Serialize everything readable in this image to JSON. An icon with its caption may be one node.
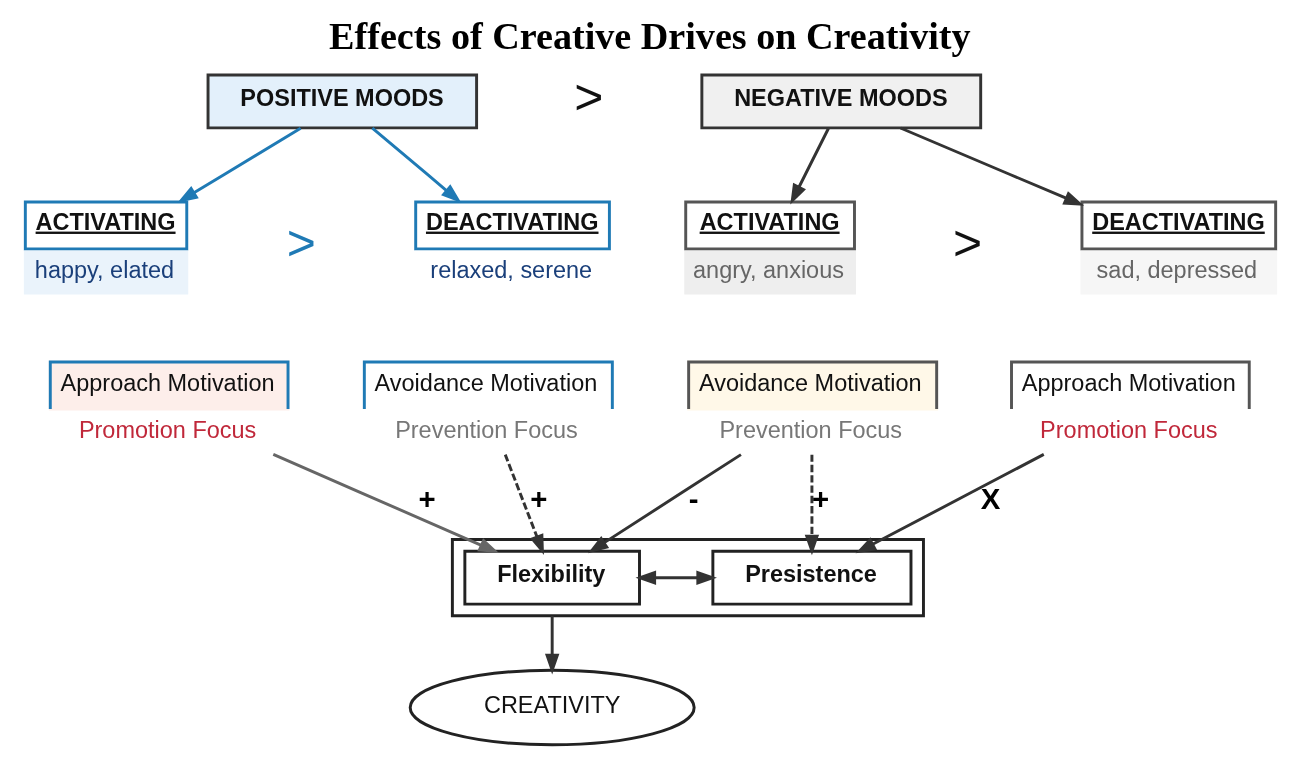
{
  "diagram": {
    "title": "Effects of Creative Drives on Creativity",
    "nodes": [
      {
        "text": [
          "POSITIVE MOODS"
        ]
      },
      {
        "text": [
          "NEGATIVE MOODS"
        ]
      },
      {
        "text": [
          "ACTIVATING",
          "happy, elated"
        ]
      },
      {
        "text": [
          "DEACTIVATING",
          "relaxed, serene"
        ]
      },
      {
        "text": [
          "ACTIVATING",
          "angry, anxious"
        ]
      },
      {
        "text": [
          "DEACTIVATING",
          "sad, depressed"
        ]
      },
      {
        "text": [
          "Approach Motivation",
          "Promotion Focus"
        ]
      },
      {
        "text": [
          "Avoidance Motivation",
          "Prevention Focus"
        ]
      },
      {
        "text": [
          "Avoidance Motivation",
          "Prevention Focus"
        ]
      },
      {
        "text": [
          "Approach Motivation",
          "Promotion Focus"
        ]
      },
      {
        "text": [],
        "shape": "box"
      },
      {
        "text": [
          "Flexibility"
        ],
        "in": 10
      },
      {
        "text": [
          "Presistence"
        ],
        "in": 10
      },
      {
        "text": [
          "CREATIVITY"
        ]
      }
    ],
    "edges": [
      {
        "from": 0,
        "to": 2,
        "arrow": "to",
        "color": "#1f7ab5"
      },
      {
        "from": 0,
        "to": 3,
        "arrow": "to",
        "color": "#1f7ab5"
      },
      {
        "from": 1,
        "to": 4,
        "arrow": "to"
      },
      {
        "from": 1,
        "to": 5,
        "arrow": "to"
      },
      {
        "from": 6,
        "to": 11,
        "arrow": "to",
        "label": "+",
        "color": "#666666"
      },
      {
        "from": 7,
        "to": 11,
        "arrow": "to",
        "label": "+",
        "style": "dashed"
      },
      {
        "from": 8,
        "to": 11,
        "arrow": "to",
        "label": "-"
      },
      {
        "from": 8,
        "to": 12,
        "arrow": "to",
        "label": "+",
        "style": "dashed"
      },
      {
        "from": 9,
        "to": 12,
        "arrow": "to",
        "label": "X"
      },
      {
        "from": 11,
        "to": 12,
        "arrow": "both"
      },
      {
        "from": 10,
        "to": 13,
        "arrow": "to"
      }
    ],
    "labels": [
      ">",
      ">",
      ">"
    ]
  }
}
